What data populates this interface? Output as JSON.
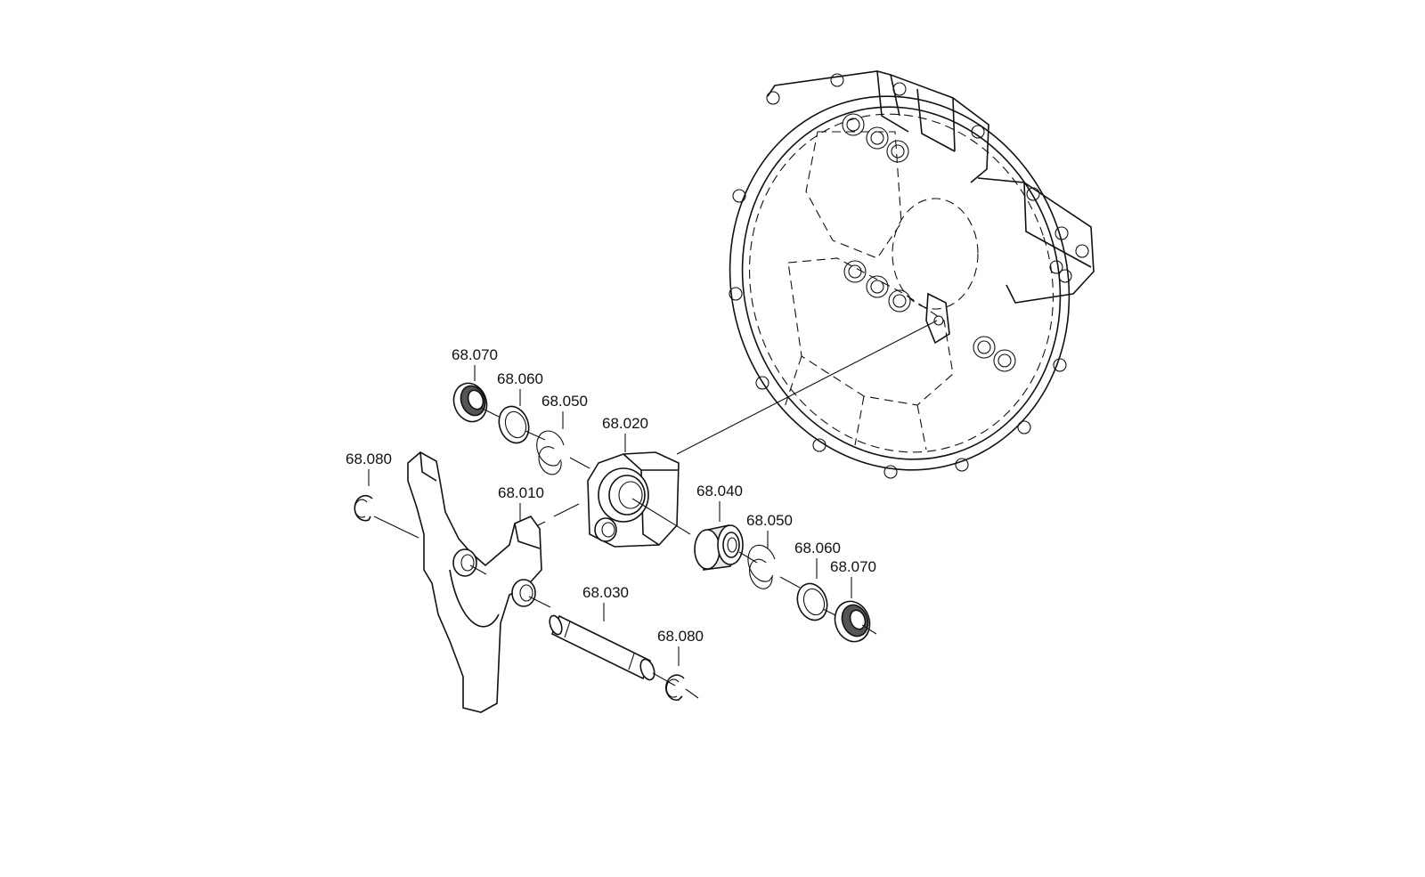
{
  "diagram": {
    "callouts": [
      {
        "id": "c-68070-a",
        "text": "68.070"
      },
      {
        "id": "c-68060-a",
        "text": "68.060"
      },
      {
        "id": "c-68050-a",
        "text": "68.050"
      },
      {
        "id": "c-68020",
        "text": "68.020"
      },
      {
        "id": "c-68080-a",
        "text": "68.080"
      },
      {
        "id": "c-68010",
        "text": "68.010"
      },
      {
        "id": "c-68040",
        "text": "68.040"
      },
      {
        "id": "c-68050-b",
        "text": "68.050"
      },
      {
        "id": "c-68060-b",
        "text": "68.060"
      },
      {
        "id": "c-68070-b",
        "text": "68.070"
      },
      {
        "id": "c-68030",
        "text": "68.030"
      },
      {
        "id": "c-68080-b",
        "text": "68.080"
      }
    ]
  }
}
